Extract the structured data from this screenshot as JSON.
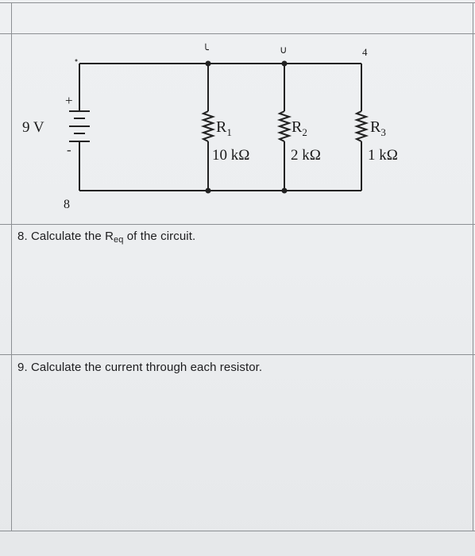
{
  "circuit": {
    "source": {
      "label": "9 V",
      "plus": "+",
      "minus": "-"
    },
    "resistors": [
      {
        "name": "R",
        "sub": "1",
        "value": "10 kΩ"
      },
      {
        "name": "R",
        "sub": "2",
        "value": "2 kΩ"
      },
      {
        "name": "R",
        "sub": "3",
        "value": "1 kΩ"
      }
    ],
    "top_marks": [
      "╰",
      "∪",
      "4"
    ],
    "bottom_number": "8"
  },
  "questions": [
    {
      "prefix": "8. Calculate the R",
      "sub": "eq",
      "suffix": " of the circuit."
    },
    {
      "prefix": "9. Calculate the current through each resistor.",
      "sub": "",
      "suffix": ""
    }
  ]
}
